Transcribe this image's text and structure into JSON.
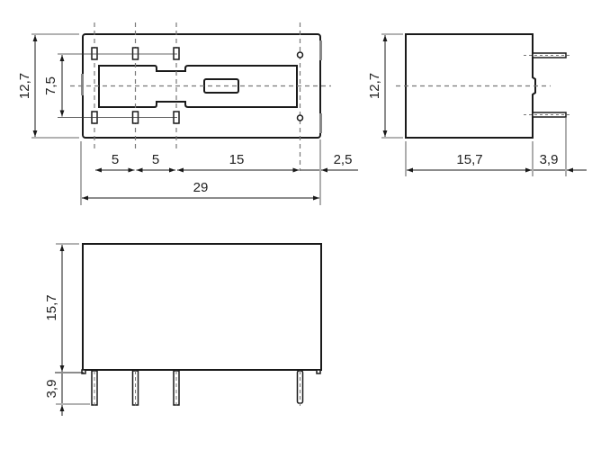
{
  "drawing": {
    "units": "mm",
    "decimal_separator": ",",
    "top_view": {
      "dims": {
        "height": "12,7",
        "pin_row_spacing": "7,5",
        "pin_pitch_1": "5",
        "pin_pitch_2": "5",
        "pin_to_last": "15",
        "edge_offset": "2,5",
        "length": "29"
      }
    },
    "side_view": {
      "dims": {
        "height": "12,7",
        "body_depth": "15,7",
        "pin_length": "3,9"
      }
    },
    "front_view": {
      "dims": {
        "body_height": "15,7",
        "pin_length": "3,9"
      }
    }
  }
}
